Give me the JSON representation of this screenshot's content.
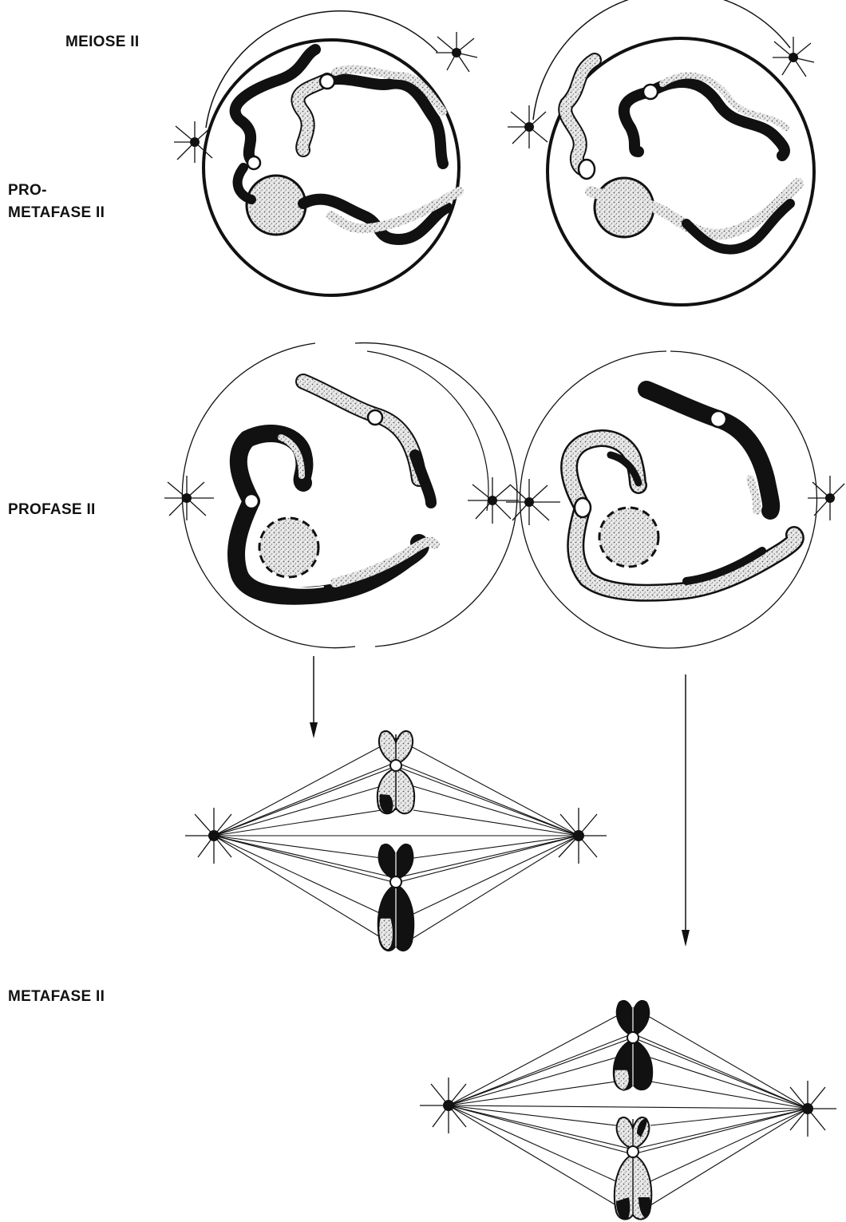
{
  "labels": {
    "meiose": "MEIOSE II",
    "prometafase_line1": "PRO-",
    "prometafase_line2": "METAFASE II",
    "profase": "PROFASE II",
    "metafase": "METAFASE II"
  },
  "colors": {
    "ink": "#111111",
    "stipple_fill": "#cfcfcf",
    "background": "#ffffff"
  }
}
